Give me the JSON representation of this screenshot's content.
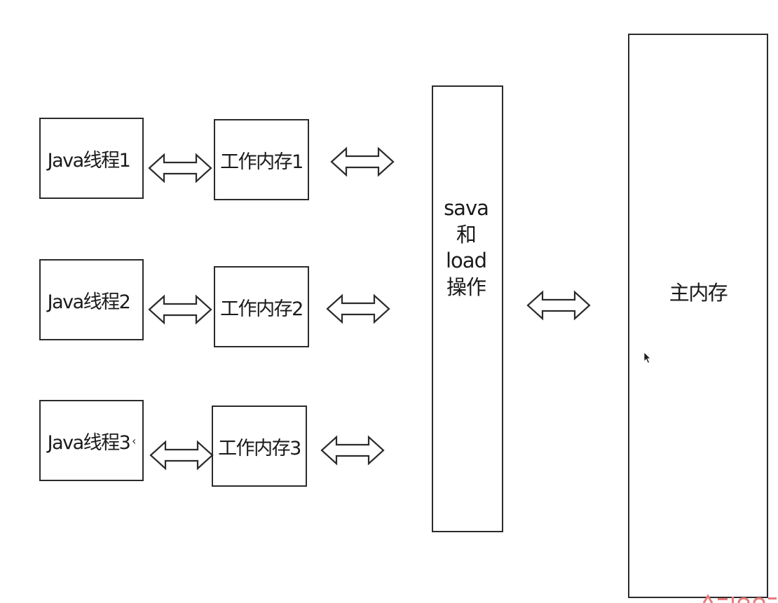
{
  "threads": [
    {
      "label": "Java线程1"
    },
    {
      "label": "Java线程2"
    },
    {
      "label": "Java线程3"
    }
  ],
  "working_memory": [
    {
      "label": "工作内存1"
    },
    {
      "label": "工作内存2"
    },
    {
      "label": "工作内存3"
    }
  ],
  "operations_box": {
    "lines": [
      "sava",
      "和",
      "load",
      "操作"
    ]
  },
  "main_memory": {
    "label": "主内存"
  },
  "arrows": [
    {
      "name": "thread1-to-workmem1",
      "kind": "double-headed"
    },
    {
      "name": "thread2-to-workmem2",
      "kind": "double-headed"
    },
    {
      "name": "thread3-to-workmem3",
      "kind": "double-headed"
    },
    {
      "name": "workmem1-to-ops",
      "kind": "double-headed"
    },
    {
      "name": "workmem2-to-ops",
      "kind": "double-headed"
    },
    {
      "name": "workmem3-to-ops",
      "kind": "double-headed"
    },
    {
      "name": "ops-to-mainmem",
      "kind": "double-headed"
    }
  ],
  "colors": {
    "stroke": "#2b2b2b",
    "background": "#ffffff",
    "watermark": "#e87a7a"
  },
  "icons": {
    "cursor": "mouse-pointer-icon",
    "watermark": "watermark-logo"
  }
}
